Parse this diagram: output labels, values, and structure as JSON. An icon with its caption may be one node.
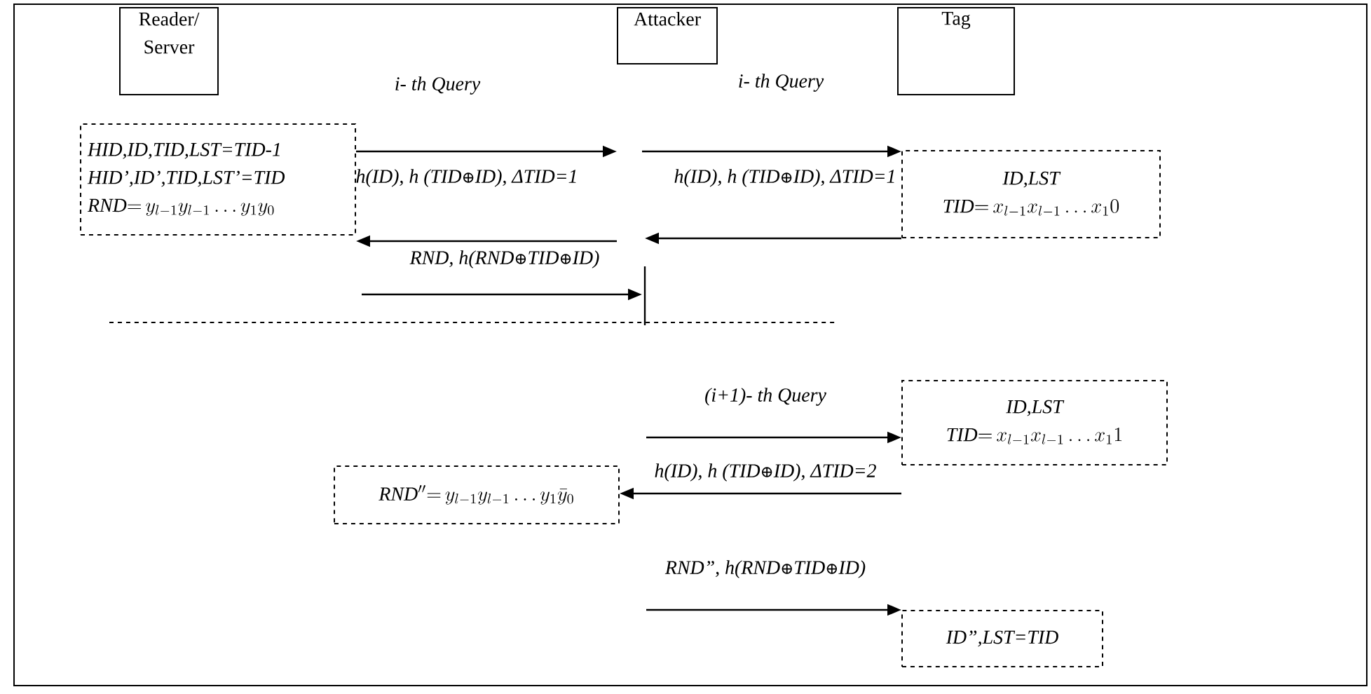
{
  "diagram": {
    "nodes": [
      {
        "text": [
          "Reader/ Server"
        ]
      },
      {
        "text": [
          "Attacker"
        ]
      },
      {
        "text": [
          "Tag"
        ]
      },
      {
        "text": [
          "HID,ID,TID,LST=TID-1",
          "HID’,ID’,TID,LST’=TID",
          "\\mathit{RND}{=}\\, y_{l-1}y_{l-1}\\ldots y_1y_0"
        ]
      },
      {
        "text": [
          "ID,LST",
          "\\mathit{TID}{=}\\, x_{l-1}x_{l-1}\\ldots x_1 0"
        ]
      },
      {
        "text": [
          "ID,LST",
          "\\mathit{TID}{=}\\, x_{l-1}x_{l-1}\\ldots x_1 1"
        ]
      },
      {
        "text": [
          "\\mathit{RND}''{=}\\, y_{l-1}y_{l-1}\\ldots y_1\\bar{y}_0"
        ]
      },
      {
        "text": [
          "ID”,LST=TID"
        ]
      }
    ],
    "edges": [
      {
        "from": 3,
        "to": null,
        "arrow": "to",
        "label": "h(ID), h (TID⊕ID), ΔTID=1"
      },
      {
        "from": null,
        "to": 4,
        "arrow": "to",
        "label": "h(ID), h (TID⊕ID), ΔTID=1"
      },
      {
        "from": 4,
        "to": null,
        "arrow": "to"
      },
      {
        "from": null,
        "to": 3,
        "arrow": "to",
        "label": "RND, h(RND⊕TID⊕ID)"
      },
      {
        "from": null,
        "to": 5,
        "arrow": "to",
        "label": "h(ID), h (TID⊕ID), ΔTID=2"
      },
      {
        "from": 5,
        "to": 6,
        "arrow": "to"
      },
      {
        "from": null,
        "to": 7,
        "arrow": "to",
        "label": "RND”, h(RND⊕TID⊕ID)"
      }
    ],
    "labels": [
      "i- th Query",
      "i- th Query",
      "(i+1)- th Query"
    ]
  }
}
